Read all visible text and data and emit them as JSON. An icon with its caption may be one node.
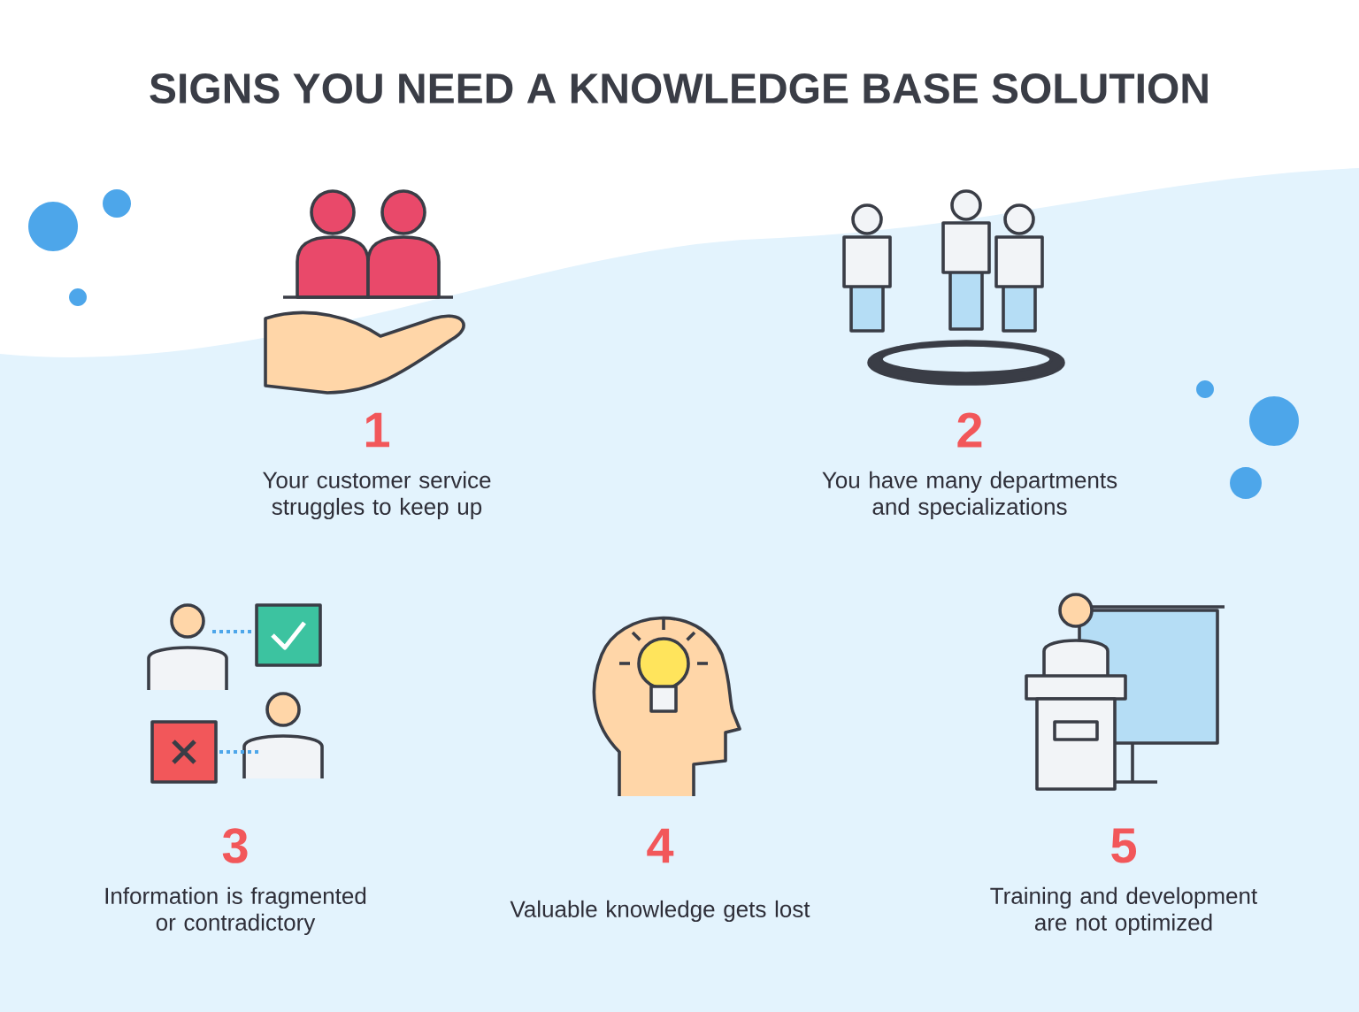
{
  "diagram": {
    "title": "SIGNS YOU NEED A KNOWLEDGE BASE SOLUTION",
    "labels": [
      "1",
      "Your customer service struggles to keep up",
      "2",
      "You have many departments and specializations",
      "3",
      "Information is fragmented or contradictory",
      "4",
      "Valuable knowledge gets lost",
      "5",
      "Training and development are not optimized"
    ]
  }
}
